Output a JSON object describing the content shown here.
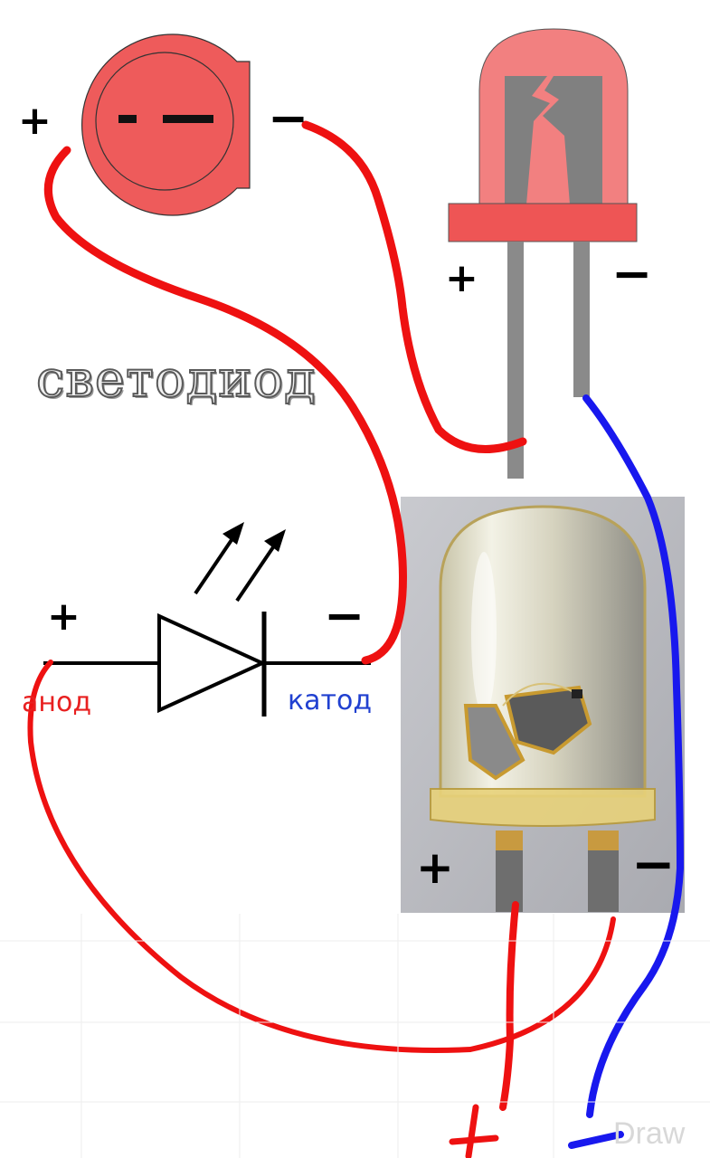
{
  "title": "светодиод",
  "schematic": {
    "anode_label": "анод",
    "cathode_label": "катод",
    "plus": "+",
    "minus": "−"
  },
  "signs": {
    "plus": "+",
    "minus": "−"
  },
  "watermark": "Draw",
  "colors": {
    "wire_red": "#ee1111",
    "wire_blue": "#1818ee",
    "led_body": "#f07a7a",
    "led_flange": "#ee5555",
    "anode_text": "#e82020",
    "cathode_text": "#2040d0"
  }
}
